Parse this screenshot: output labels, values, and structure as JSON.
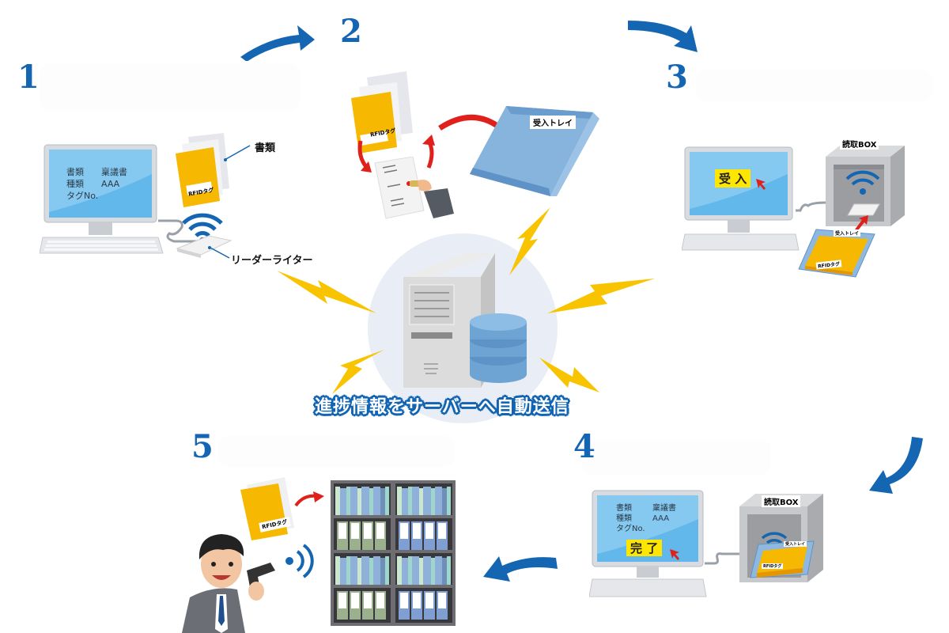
{
  "colors": {
    "accent_blue": "#1466b3",
    "screen_blue": "#62b8ea",
    "folder_yellow": "#f6b800",
    "bolt_yellow": "#f8c400",
    "tray_blue": "#7aa9d6",
    "red_arrow": "#e0201b",
    "server_circle": "#e9edf6"
  },
  "steps": [
    {
      "number": "1"
    },
    {
      "number": "2"
    },
    {
      "number": "3"
    },
    {
      "number": "4"
    },
    {
      "number": "5"
    }
  ],
  "step1": {
    "screen_lines": [
      {
        "label": "書類",
        "value": "稟議書"
      },
      {
        "label": "種類",
        "value": "AAA"
      },
      {
        "label": "タグNo.",
        "value": ""
      }
    ],
    "folder_tag": "RFIDタグ",
    "callout_documents": "書類",
    "callout_reader": "リーダーライター"
  },
  "step2": {
    "folder_tag": "RFIDタグ",
    "tray_label": "受入トレイ"
  },
  "step3": {
    "screen_button": "受 入",
    "box_label": "読取BOX",
    "tray_label": "受入トレイ",
    "folder_tag": "RFIDタグ"
  },
  "step4": {
    "screen_lines": [
      {
        "label": "書類",
        "value": "稟議書"
      },
      {
        "label": "種類",
        "value": "AAA"
      },
      {
        "label": "タグNo.",
        "value": ""
      }
    ],
    "screen_button": "完 了",
    "box_label": "読取BOX",
    "tray_label": "受入トレイ",
    "folder_tag": "RFIDタグ"
  },
  "step5": {
    "folder_tag": "RFIDタグ"
  },
  "center": {
    "banner": "進捗情報をサーバーへ自動送信"
  },
  "icons": {
    "flow_arrow": "curved-arrow",
    "wifi": "wifi-signal",
    "bolt": "lightning-bolt",
    "server": "server-tower",
    "database": "database-cylinder",
    "cursor": "pointer-cursor"
  }
}
